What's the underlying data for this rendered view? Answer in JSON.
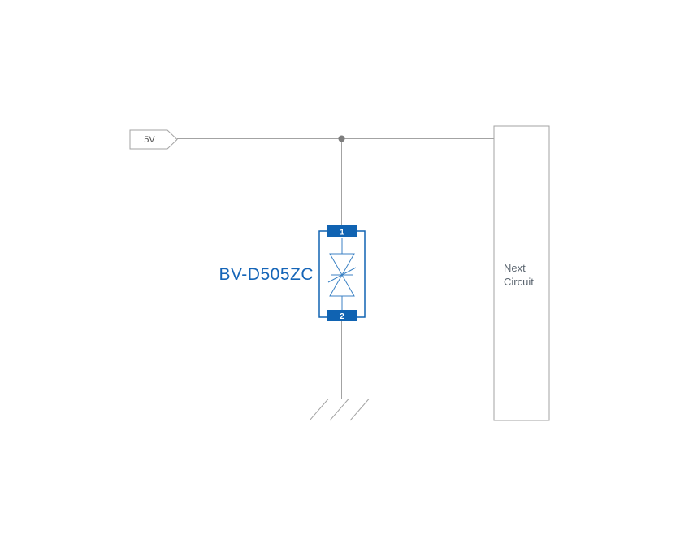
{
  "diagram": {
    "type": "circuit-schematic",
    "power_net": {
      "label": "5V"
    },
    "component": {
      "label": "BV-D505ZC",
      "symbol": "bidirectional-tvs-diode",
      "pins": {
        "pin1": "1",
        "pin2": "2"
      }
    },
    "next_circuit": {
      "line1": "Next",
      "line2": "Circuit"
    },
    "colors": {
      "wire": "#a3a3a3",
      "junction": "#7d7d7d",
      "component_blue": "#1063b2",
      "label_blue": "#1565b8",
      "text_gray": "#5c6670",
      "background": "#ffffff"
    }
  }
}
